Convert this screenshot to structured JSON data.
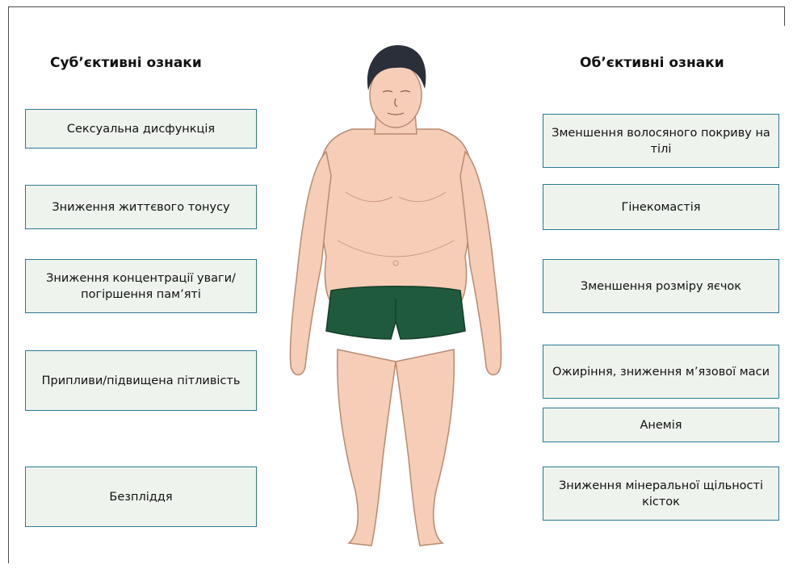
{
  "headings": {
    "subjective": "Суб’єктивні ознаки",
    "objective": "Об’єктивні ознаки"
  },
  "subjective_signs": [
    "Сексуальна дисфункція",
    "Зниження життєвого тонусу",
    "Зниження концентрації уваги/погіршення пам’яті",
    "Припливи/підвищена пітливість",
    "Безпліддя"
  ],
  "objective_signs": [
    "Зменшення волосяного покриву на тілі",
    "Гінекомастія",
    "Зменшення розміру яєчок",
    "Ожиріння, зниження м’язової маси",
    "Анемія",
    "Зниження мінеральної щільності кісток"
  ],
  "colors": {
    "box_fill": "#eef3ee",
    "box_border": "#2d7a93",
    "skin": "#f6cdb7",
    "hair": "#2b2f3a",
    "shorts": "#1f5a3c"
  }
}
